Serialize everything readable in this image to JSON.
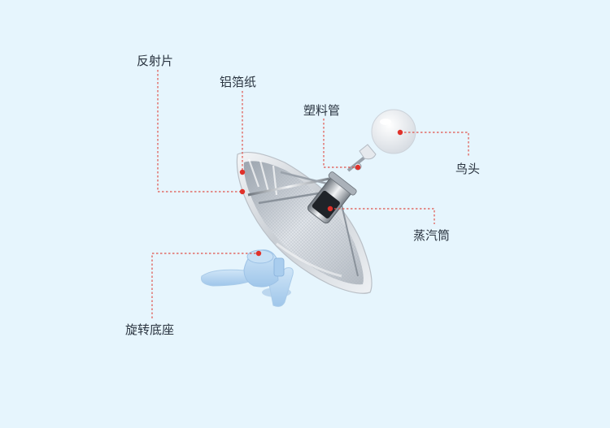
{
  "labels": {
    "reflector": "反射片",
    "foil": "铝箔纸",
    "plastic_tube": "塑料管",
    "bird_head": "鸟头",
    "steam_tube": "蒸汽筒",
    "base": "旋转底座"
  },
  "colors": {
    "background": "#e6f5fd",
    "leader_line": "#e0524a",
    "marker_dot": "#e0312a",
    "label_text": "#2a3440",
    "base_blue": "#b9d9f3",
    "dish_silver": "#d9dde2"
  }
}
